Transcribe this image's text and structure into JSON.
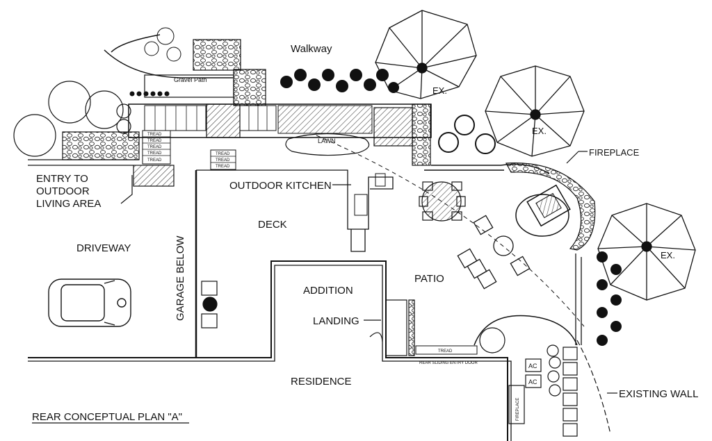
{
  "colors": {
    "ink": "#111111",
    "paper": "#ffffff",
    "hatch": "#444444"
  },
  "labels": {
    "walkway": "Walkway",
    "gravel_path": "Gravel Path",
    "lawn": "LAWN",
    "ex": "EX.",
    "fireplace_upper": "FIREPLACE",
    "entry_line1": "ENTRY TO",
    "entry_line2": "OUTDOOR",
    "entry_line3": "LIVING AREA",
    "outdoor_kitchen": "OUTDOOR KITCHEN",
    "deck": "DECK",
    "driveway": "DRIVEWAY",
    "garage_below": "GARAGE BELOW",
    "addition": "ADDITION",
    "patio": "PATIO",
    "landing": "LANDING",
    "tread": "TREAD",
    "rear_sliding_door": "REAR SLIDING ENTRY DOOR",
    "residence": "RESIDENCE",
    "existing_wall": "EXISTING WALL",
    "ac": "AC",
    "fireplace_lower": "FIREPLACE",
    "plan_title": "REAR CONCEPTUAL PLAN \"A\""
  }
}
